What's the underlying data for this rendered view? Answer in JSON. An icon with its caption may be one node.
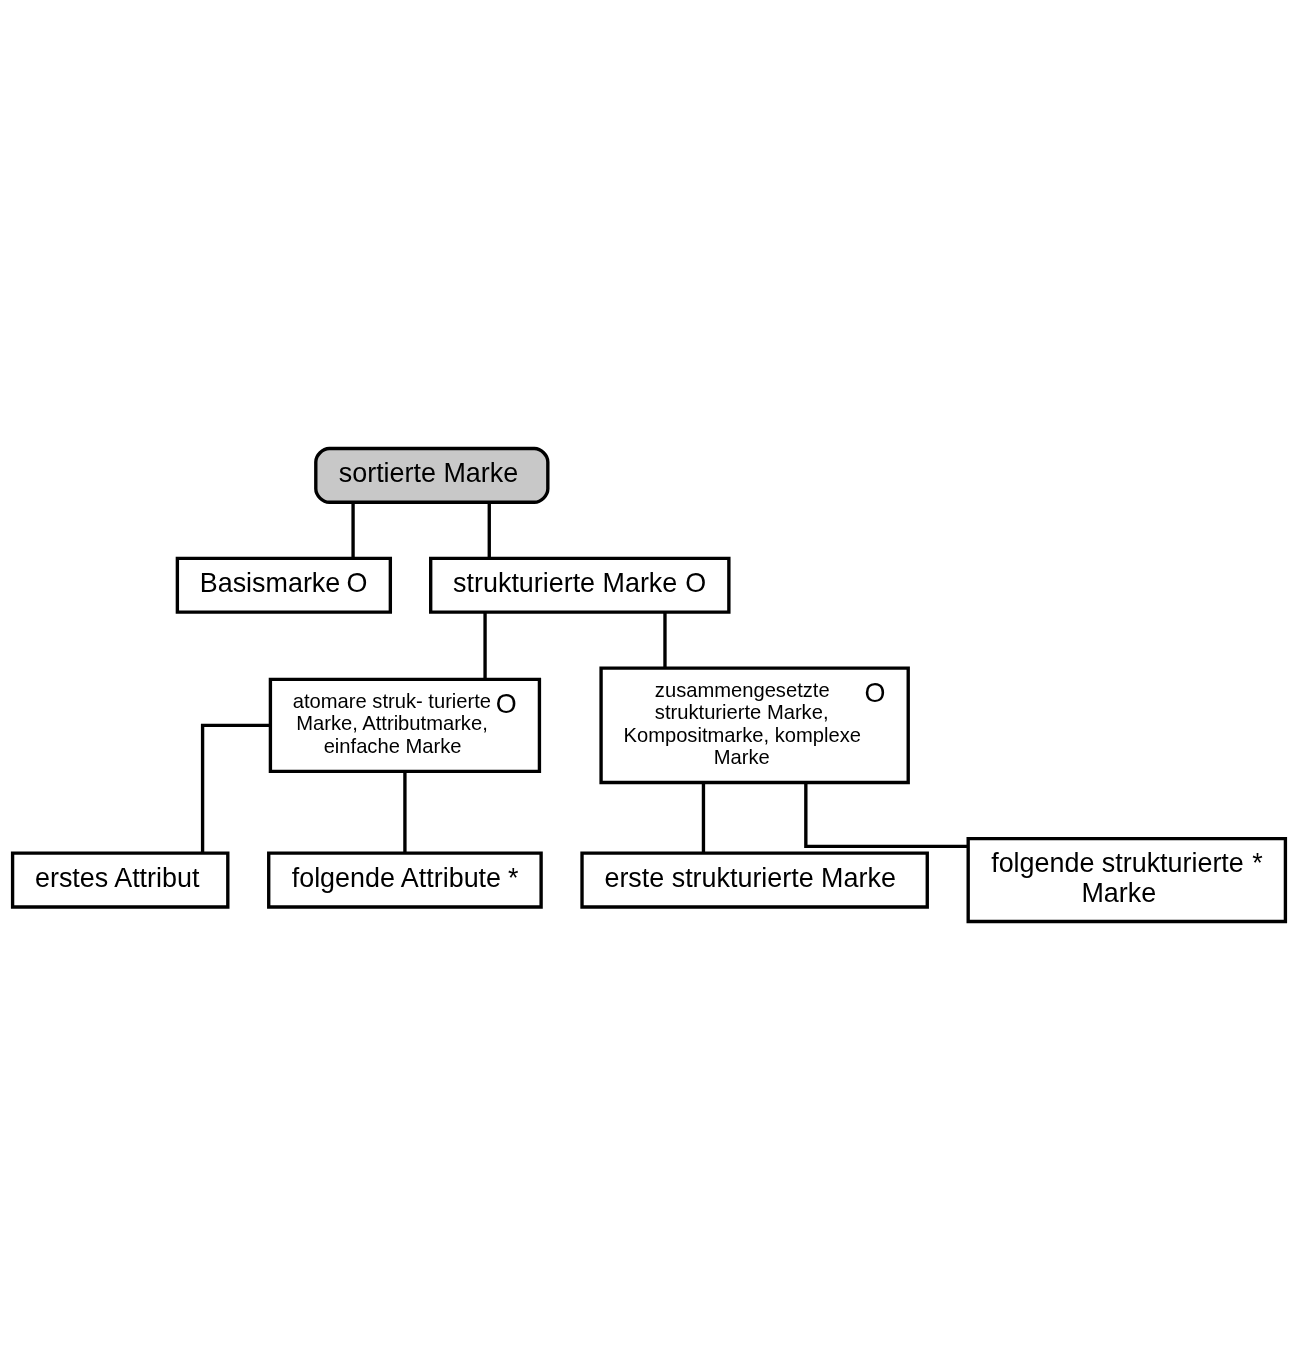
{
  "diagram": {
    "nodes": [
      {
        "text": [
          "sortierte Marke"
        ]
      },
      {
        "text": [
          "Basismarke",
          "O"
        ]
      },
      {
        "text": [
          "strukturierte Marke",
          "O"
        ]
      },
      {
        "text": [
          "atomare struk- turierte Marke, Attributmarke, einfache Marke",
          "O"
        ]
      },
      {
        "text": [
          "zusammengesetzte strukturierte Marke, Kompositmarke, komplexe Marke",
          "O"
        ]
      },
      {
        "text": [
          "erstes Attribut"
        ]
      },
      {
        "text": [
          "folgende Attribute",
          "*"
        ]
      },
      {
        "text": [
          "erste strukturierte Marke"
        ]
      },
      {
        "text": [
          "folgende strukturierte Marke",
          "*"
        ]
      }
    ],
    "edges": [
      {
        "from": 0,
        "to": 1,
        "arrow": "none"
      },
      {
        "from": 0,
        "to": 2,
        "arrow": "none"
      },
      {
        "from": 2,
        "to": 3,
        "arrow": "none"
      },
      {
        "from": 2,
        "to": 4,
        "arrow": "none"
      },
      {
        "from": 3,
        "to": 5,
        "arrow": "none"
      },
      {
        "from": 3,
        "to": 6,
        "arrow": "none"
      },
      {
        "from": 4,
        "to": 7,
        "arrow": "none"
      },
      {
        "from": 4,
        "to": 8,
        "arrow": "none"
      }
    ]
  }
}
